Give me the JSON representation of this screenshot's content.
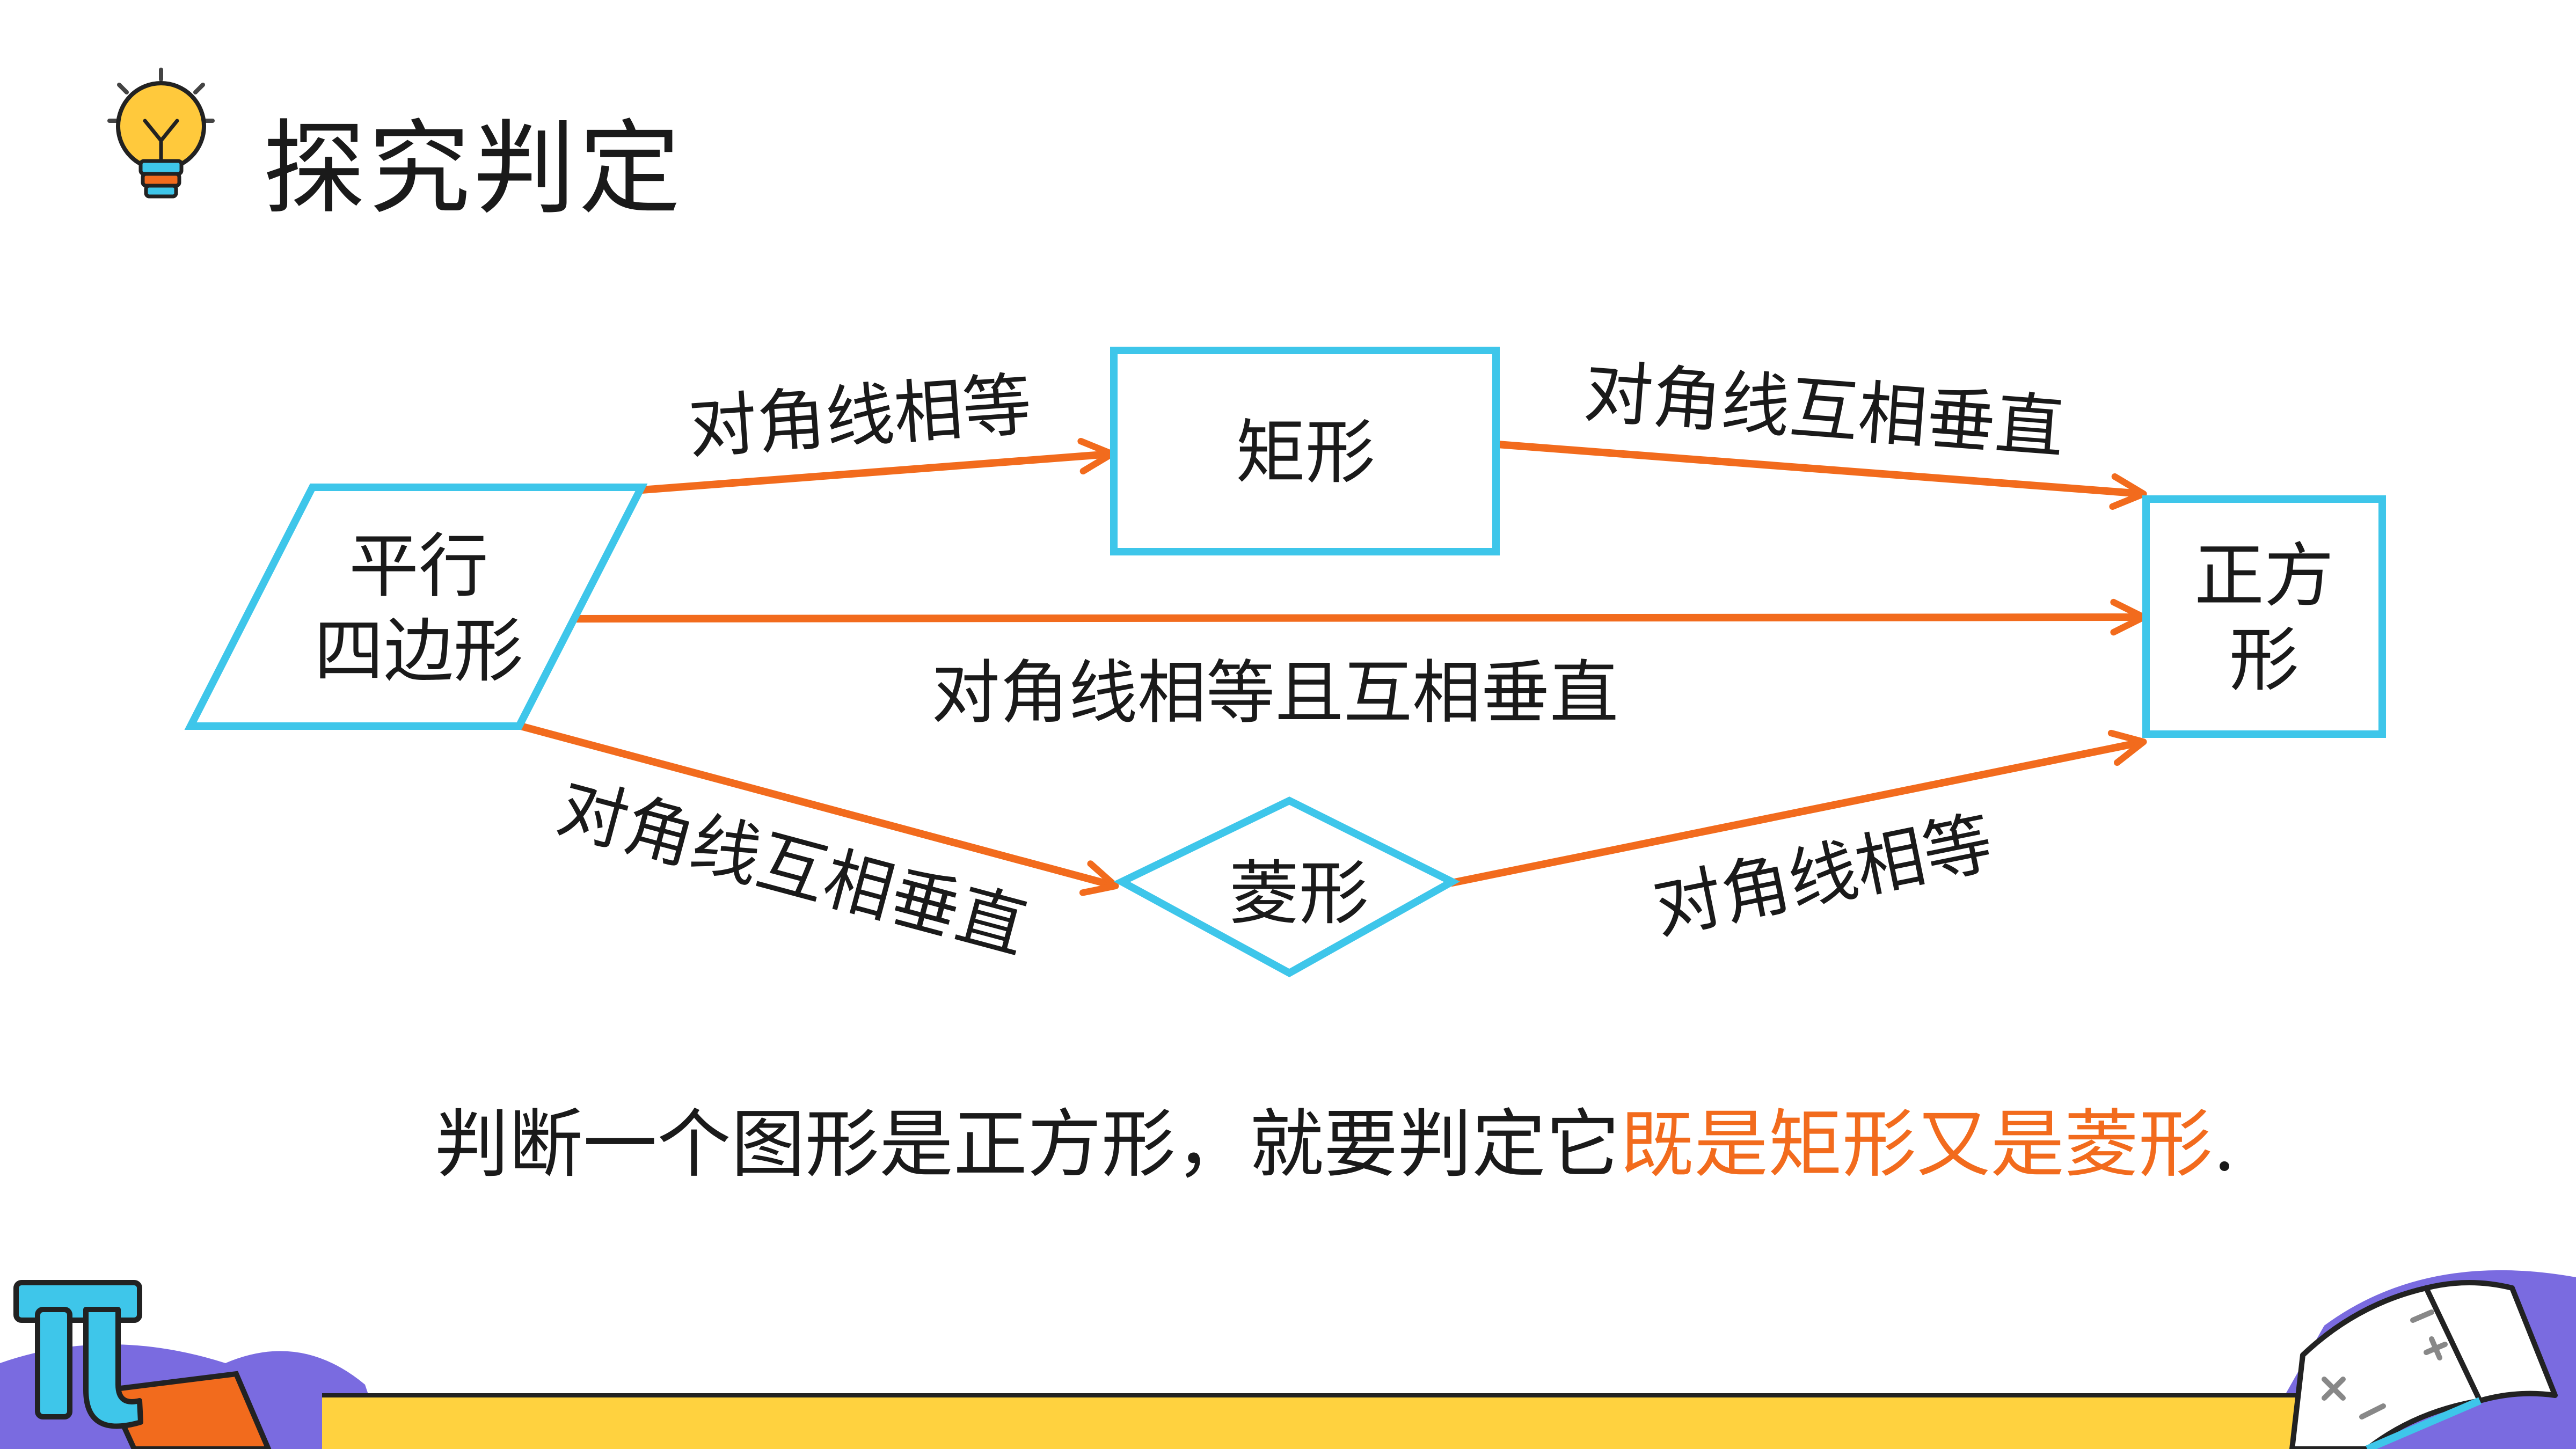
{
  "title": "探究判定",
  "nodes": {
    "parallelogram": [
      "平行",
      "四边形"
    ],
    "rectangle": "矩形",
    "rhombus": "菱形",
    "square": [
      "正方",
      "形"
    ]
  },
  "edges": {
    "para_to_rect": "对角线相等",
    "rect_to_square": "对角线互相垂直",
    "para_to_square": "对角线相等且互相垂直",
    "para_to_rhombus": "对角线互相垂直",
    "rhombus_to_square": "对角线相等"
  },
  "conclusion": {
    "prefix": "判断一个图形是正方形，就要判定它",
    "highlight": "既是矩形又是菱形",
    "suffix": "."
  },
  "colors": {
    "box_stroke": "#3ec6ea",
    "arrow": "#f26b1d",
    "highlight": "#f26b1d",
    "bulb": "#ffc93c",
    "bottom_bar": "#ffd23f",
    "bottom_purple": "#7a6be0"
  },
  "icons": {
    "title": "lightbulb-icon",
    "bottom_left": "pi-icon",
    "bottom_right": "open-book-icon"
  }
}
